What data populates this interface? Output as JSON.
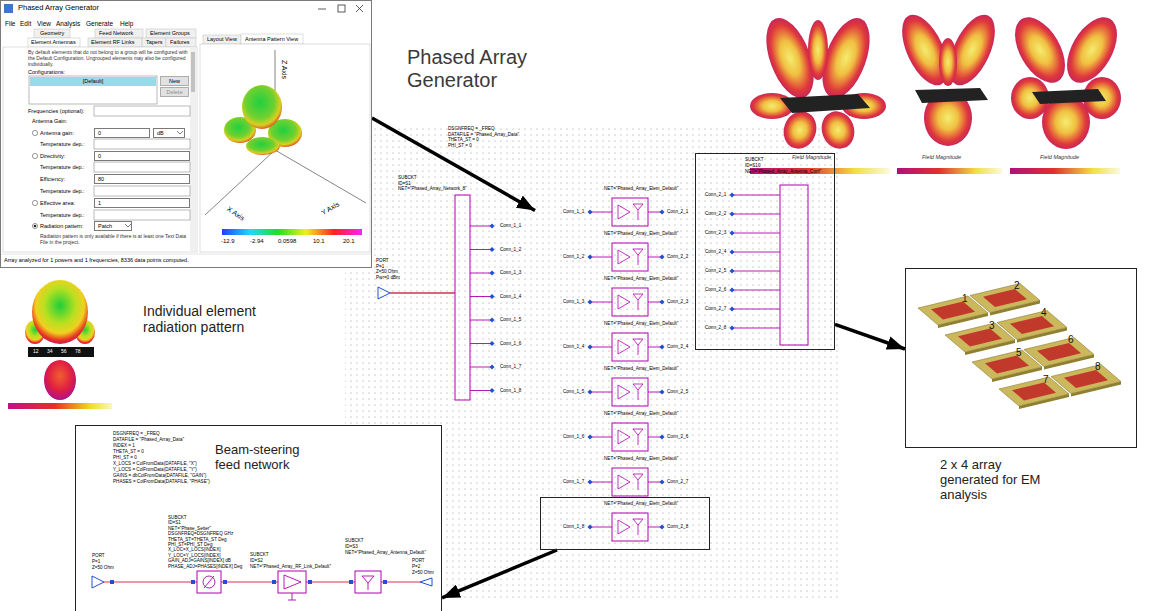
{
  "diagram": {
    "nodes": [
      {
        "text": [
          "Phased Array Generator",
          "File",
          "Edit",
          "View",
          "Analysis",
          "Generate",
          "Help",
          "Geometry",
          "Feed Network",
          "Element Groups",
          "Element Antennas",
          "Element RF Links",
          "Tapers",
          "Failures",
          "Layout View",
          "Antenna Pattern View",
          "By default elements that do not belong to a group will be configured with the Default Configuration. Ungrouped elements may also be configured individually.",
          "Configurations:",
          "Frequencies (optional):",
          "Antenna Gain:",
          "Antenna gain:",
          "Temperature dep.:",
          "Directivity:",
          "Temperature dep.:",
          "Efficiency:",
          "Temperature dep.:",
          "Effective area:",
          "Temperature dep.:",
          "Radiation pattern:",
          "Radiation pattern is only available if there is at least one Text Data File in the project.",
          "Array analyzed for 1 powers and 1 frequencies, 8336 data points computed.",
          "Z Axis",
          "X Axis",
          "Y Axis",
          "-12.9",
          "-2.94",
          "0.0598",
          "10.1",
          "20.1"
        ]
      },
      {
        "text": [
          "[Default]"
        ],
        "in": 0
      },
      {
        "text": [
          "New"
        ],
        "in": 0
      },
      {
        "text": [
          "Delete"
        ],
        "in": 0
      },
      {
        "text": [
          "0"
        ],
        "in": 0
      },
      {
        "text": [
          "dB"
        ],
        "in": 0
      },
      {
        "text": [
          "0"
        ],
        "in": 0
      },
      {
        "text": [
          "80"
        ],
        "in": 0
      },
      {
        "text": [
          "1"
        ],
        "in": 0
      },
      {
        "text": [
          "Patch"
        ],
        "in": 0
      },
      {
        "text": [
          "NET=\"Phased_Array_Elem_Default\"",
          "NET=\"Phased_Array_Elem_Default\"",
          "NET=\"Phased_Array_Elem_Default\"",
          "NET=\"Phased_Array_Elem_Default\"",
          "NET=\"Phased_Array_Elem_Default\"",
          "NET=\"Phased_Array_Elem_Default\"",
          "NET=\"Phased_Array_Elem_Default\"",
          "Conn_1_1",
          "Conn_1_2",
          "Conn_1_3",
          "Conn_1_4",
          "Conn_1_5",
          "Conn_1_6",
          "Conn_1_7",
          "Conn_2_1",
          "Conn_2_2",
          "Conn_2_3",
          "Conn_2_4",
          "Conn_2_5",
          "Conn_2_6",
          "Conn_2_7"
        ]
      },
      {
        "text": [
          "SUBCKT",
          "ID=S10",
          "NET=\"Phased_Array_Antenna_Conf\"",
          "Conn_2_1",
          "Conn_2_2",
          "Conn_2_3",
          "Conn_2_4",
          "Conn_2_5",
          "Conn_2_6",
          "Conn_2_7",
          "Conn_2_8"
        ],
        "in": 10
      },
      {
        "text": [
          "Conn_1_8",
          "NET=\"Phased_Array_Elem_Default\"",
          "Conn_2_8"
        ],
        "in": 10
      },
      {
        "text": [
          "Beam-steering feed network",
          "DSGNFREQ = _FREQ",
          "DATAFILE = \"Phased_Array_Data\"",
          "INDEX = 1",
          "THETA_ST = 0",
          "PHI_ST = 0",
          "X_LOCS = ColFromData(DATAFILE, \"X\")",
          "Y_LOCS = ColFromData(DATAFILE, \"Y\")",
          "GAINS = dbColFromData(DATAFILE, \"GAIN\")",
          "PHASES = ColFromData(DATAFILE, \"PHASE\")",
          "PORT",
          "P=1",
          "Z=50 Ohm",
          "SUBCKT",
          "ID=S1",
          "NET=\"Phase_Setter\"",
          "DSGNFREQ=DSGNFREQ GHz",
          "THETA_ST=THETA_ST Deg",
          "PHI_ST=PHI_ST Deg",
          "X_LOC=X_LOCS[INDEX]",
          "Y_LOC=Y_LOCS[INDEX]",
          "GAIN_ADJ=GAINS[INDEX] dB",
          "PHASE_ADJ=PHASES[INDEX] Deg",
          "SUBCKT",
          "ID=S2",
          "NET=\"Phased_Array_RF_Link_Default\"",
          "SUBCKT",
          "ID=S3",
          "NET=\"Phased_Array_Antenna_Default\"",
          "PORT",
          "P=2",
          "Z=50 Ohm"
        ]
      },
      {
        "text": [
          "1",
          "2",
          "3",
          "4",
          "5",
          "6",
          "7",
          "8"
        ]
      }
    ],
    "edges": [
      {
        "from": 0,
        "to": 10,
        "arrow": "to"
      },
      {
        "from": 11,
        "to": 14,
        "arrow": "to"
      },
      {
        "from": 12,
        "to": 13,
        "arrow": "to"
      }
    ],
    "labels": [
      "Phased Array Generator",
      "Individual element radiation pattern",
      "12",
      "34",
      "56",
      "78",
      "Field Magnitude",
      "Field Magnitude",
      "Field Magnitude",
      "2 x 4 array generated for EM analysis",
      "DSGNFREQ = _FREQ",
      "DATAFILE = \"Phased_Array_Data\"",
      "THETA_ST = 0",
      "PHI_ST = 0",
      "PORT",
      "P=1",
      "Z=50 Ohm",
      "Pwr=0 dBm",
      "SUBCKT",
      "ID=S1",
      "NET=\"Phased_Array_Network_8\"",
      "Conn_1_1",
      "Conn_1_2",
      "Conn_1_3",
      "Conn_1_4",
      "Conn_1_5",
      "Conn_1_6",
      "Conn_1_7",
      "Conn_1_8"
    ]
  }
}
